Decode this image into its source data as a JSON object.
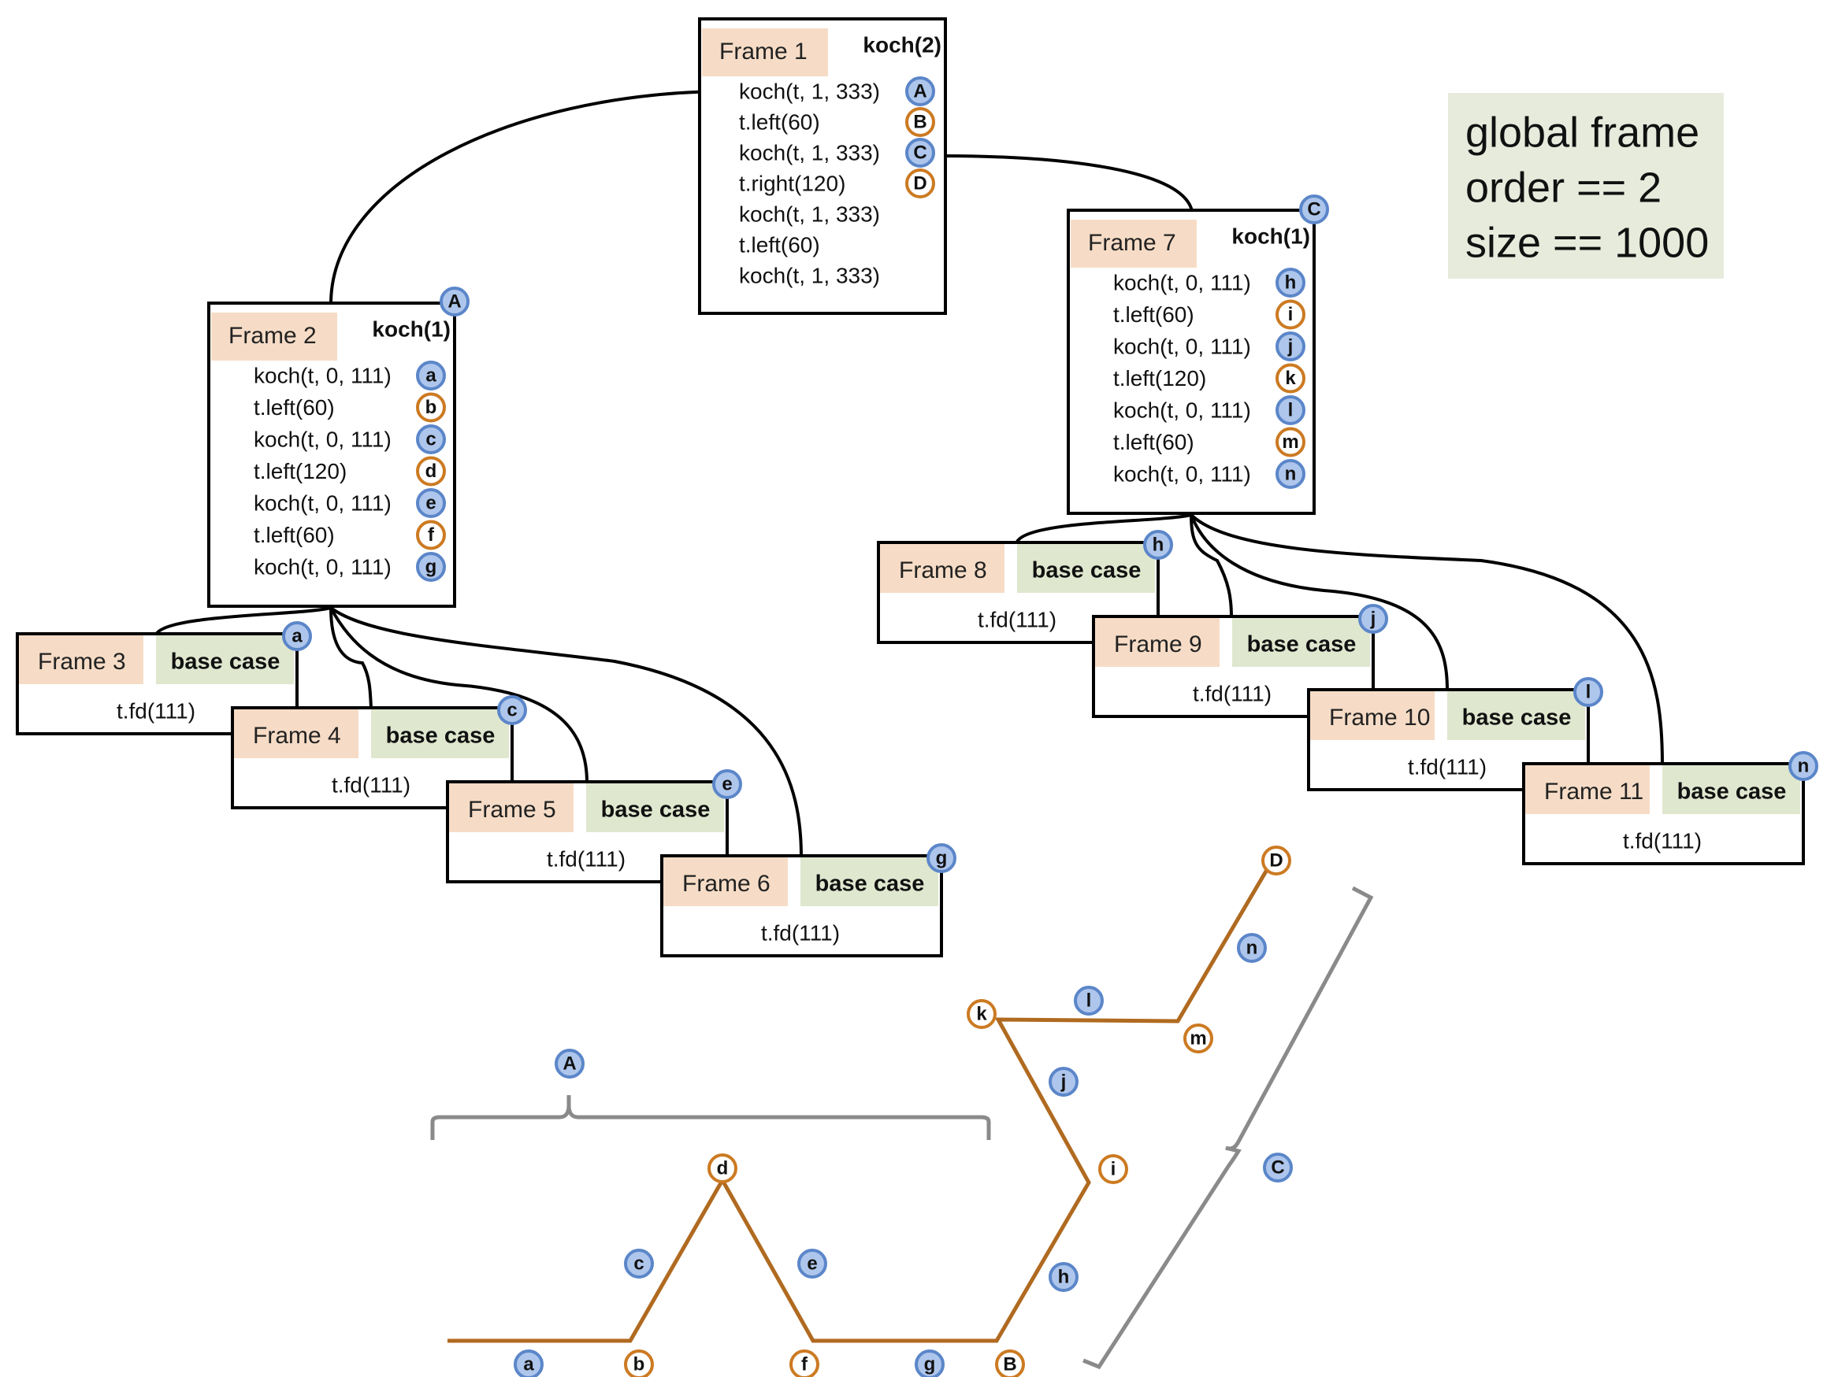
{
  "colors": {
    "frame_label_bg": "#f6dcc6",
    "base_case_bg": "#dfe7cf",
    "global_bg": "#e6ebdc",
    "blue_fill": "#aec6ec",
    "blue_stroke": "#5b86c9",
    "orange_stroke": "#cc7a22",
    "curve": "#b06a20",
    "bracket": "#8a8a8a",
    "line": "#000000"
  },
  "global_frame": {
    "lines": [
      "global frame",
      "order == 2",
      "size == 1000"
    ]
  },
  "frames": [
    {
      "id": "f1",
      "label": "Frame 1",
      "fn": "koch(2)",
      "stmts": [
        {
          "text": "koch(t, 1, 333)",
          "badge": "A",
          "kind": "blue"
        },
        {
          "text": "t.left(60)",
          "badge": "B",
          "kind": "orange"
        },
        {
          "text": "koch(t, 1, 333)",
          "badge": "C",
          "kind": "blue"
        },
        {
          "text": "t.right(120)",
          "badge": "D",
          "kind": "orange"
        },
        {
          "text": "koch(t, 1, 333)",
          "badge": "",
          "kind": ""
        },
        {
          "text": "t.left(60)",
          "badge": "",
          "kind": ""
        },
        {
          "text": "koch(t, 1, 333)",
          "badge": "",
          "kind": ""
        }
      ]
    },
    {
      "id": "f2",
      "label": "Frame 2",
      "fn": "koch(1)",
      "corner": "A",
      "stmts": [
        {
          "text": "koch(t, 0, 111)",
          "badge": "a",
          "kind": "blue"
        },
        {
          "text": "t.left(60)",
          "badge": "b",
          "kind": "orange"
        },
        {
          "text": "koch(t, 0, 111)",
          "badge": "c",
          "kind": "blue"
        },
        {
          "text": "t.left(120)",
          "badge": "d",
          "kind": "orange"
        },
        {
          "text": "koch(t, 0, 111)",
          "badge": "e",
          "kind": "blue"
        },
        {
          "text": "t.left(60)",
          "badge": "f",
          "kind": "orange"
        },
        {
          "text": "koch(t, 0, 111)",
          "badge": "g",
          "kind": "blue"
        }
      ]
    },
    {
      "id": "f7",
      "label": "Frame 7",
      "fn": "koch(1)",
      "corner": "C",
      "stmts": [
        {
          "text": "koch(t, 0, 111)",
          "badge": "h",
          "kind": "blue"
        },
        {
          "text": "t.left(60)",
          "badge": "i",
          "kind": "orange"
        },
        {
          "text": "koch(t, 0, 111)",
          "badge": "j",
          "kind": "blue"
        },
        {
          "text": "t.left(120)",
          "badge": "k",
          "kind": "orange"
        },
        {
          "text": "koch(t, 0, 111)",
          "badge": "l",
          "kind": "blue"
        },
        {
          "text": "t.left(60)",
          "badge": "m",
          "kind": "orange"
        },
        {
          "text": "koch(t, 0, 111)",
          "badge": "n",
          "kind": "blue"
        }
      ]
    }
  ],
  "base_frames": [
    {
      "label": "Frame 3",
      "base": "base case",
      "stmt": "t.fd(111)",
      "corner": "a"
    },
    {
      "label": "Frame 4",
      "base": "base case",
      "stmt": "t.fd(111)",
      "corner": "c"
    },
    {
      "label": "Frame 5",
      "base": "base case",
      "stmt": "t.fd(111)",
      "corner": "e"
    },
    {
      "label": "Frame 6",
      "base": "base case",
      "stmt": "t.fd(111)",
      "corner": "g"
    },
    {
      "label": "Frame 8",
      "base": "base case",
      "stmt": "t.fd(111)",
      "corner": "h"
    },
    {
      "label": "Frame 9",
      "base": "base case",
      "stmt": "t.fd(111)",
      "corner": "j"
    },
    {
      "label": "Frame 10",
      "base": "base case",
      "stmt": "t.fd(111)",
      "corner": "l"
    },
    {
      "label": "Frame 11",
      "base": "base case",
      "stmt": "t.fd(111)",
      "corner": "n"
    }
  ],
  "curve_labels": [
    {
      "text": "A",
      "kind": "blue"
    },
    {
      "text": "a",
      "kind": "blue"
    },
    {
      "text": "b",
      "kind": "orange"
    },
    {
      "text": "c",
      "kind": "blue"
    },
    {
      "text": "d",
      "kind": "orange"
    },
    {
      "text": "e",
      "kind": "blue"
    },
    {
      "text": "f",
      "kind": "orange"
    },
    {
      "text": "g",
      "kind": "blue"
    },
    {
      "text": "B",
      "kind": "orange"
    },
    {
      "text": "h",
      "kind": "blue"
    },
    {
      "text": "i",
      "kind": "orange"
    },
    {
      "text": "j",
      "kind": "blue"
    },
    {
      "text": "k",
      "kind": "orange"
    },
    {
      "text": "l",
      "kind": "blue"
    },
    {
      "text": "m",
      "kind": "orange"
    },
    {
      "text": "n",
      "kind": "blue"
    },
    {
      "text": "D",
      "kind": "orange"
    },
    {
      "text": "C",
      "kind": "blue"
    }
  ]
}
